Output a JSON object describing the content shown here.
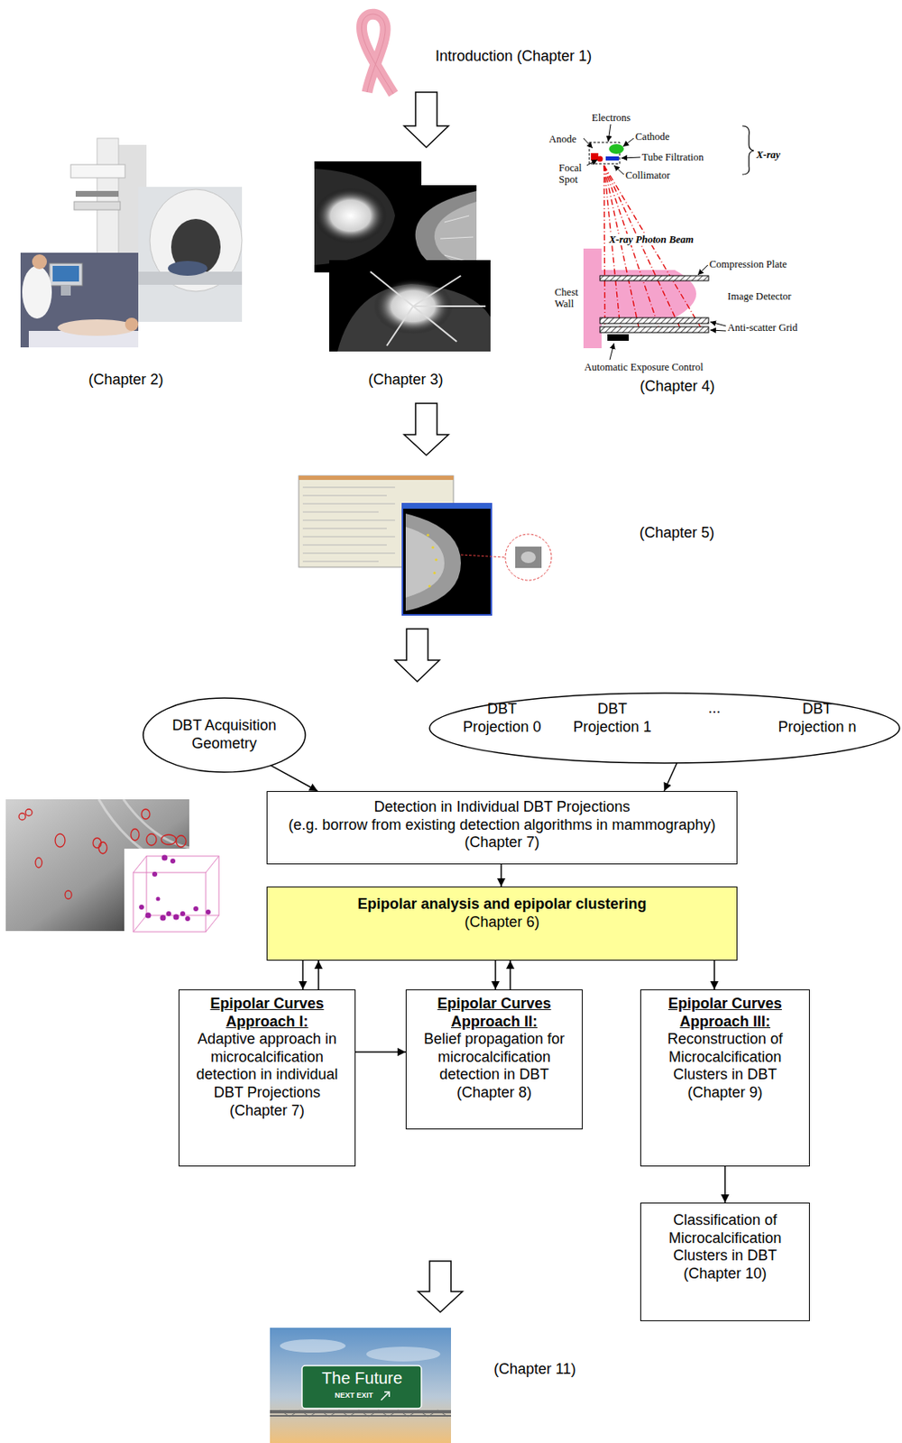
{
  "diagram": {
    "nodes": [
      {
        "text": [
          "DBT Acquisition Geometry"
        ]
      },
      {
        "text": [
          "DBT Projection 0",
          "DBT Projection 1",
          "...",
          "DBT Projection n"
        ]
      },
      {
        "text": [
          "Detection in Individual DBT Projections",
          "(e.g. borrow from existing detection algorithms in mammography)",
          "(Chapter 7)"
        ]
      },
      {
        "text": [
          "Epipolar analysis and epipolar clustering",
          "(Chapter 6)"
        ]
      },
      {
        "text": [
          "Epipolar Curves Approach I:",
          "Adaptive approach in microcalcification detection in individual DBT Projections",
          "(Chapter 7)"
        ]
      },
      {
        "text": [
          "Epipolar Curves Approach II:",
          "Belief propagation for microcalcification detection in DBT",
          "(Chapter 8)"
        ]
      },
      {
        "text": [
          "Epipolar Curves Approach III:",
          "Reconstruction of Microcalcification Clusters in DBT",
          "(Chapter 9)"
        ]
      },
      {
        "text": [
          "Classification of Microcalcification Clusters in DBT",
          "(Chapter 10)"
        ]
      }
    ],
    "edges": [
      {
        "from": 0,
        "to": 2,
        "arrow": "to"
      },
      {
        "from": 1,
        "to": 2,
        "arrow": "to"
      },
      {
        "from": 2,
        "to": 3,
        "arrow": "to"
      },
      {
        "from": 3,
        "to": 4,
        "arrow": "to"
      },
      {
        "from": 4,
        "to": 3,
        "arrow": "to"
      },
      {
        "from": 3,
        "to": 5,
        "arrow": "to"
      },
      {
        "from": 5,
        "to": 3,
        "arrow": "to"
      },
      {
        "from": 3,
        "to": 6,
        "arrow": "to"
      },
      {
        "from": 4,
        "to": 5,
        "arrow": "to"
      },
      {
        "from": 6,
        "to": 7,
        "arrow": "to"
      }
    ],
    "labels": [
      "Introduction (Chapter 1)",
      "(Chapter 2)",
      "(Chapter 3)",
      "Electrons",
      "Anode",
      "Cathode",
      "Focal Spot",
      "Tube Filtration",
      "Collimator",
      "X-ray",
      "X-ray Photon Beam",
      "Compression Plate",
      "Chest Wall",
      "Image Detector",
      "Anti-scatter Grid",
      "Automatic Exposure Control",
      "(Chapter 4)",
      "(Chapter 5)",
      "(Chapter 11)",
      "The Future",
      "NEXT EXIT"
    ]
  }
}
